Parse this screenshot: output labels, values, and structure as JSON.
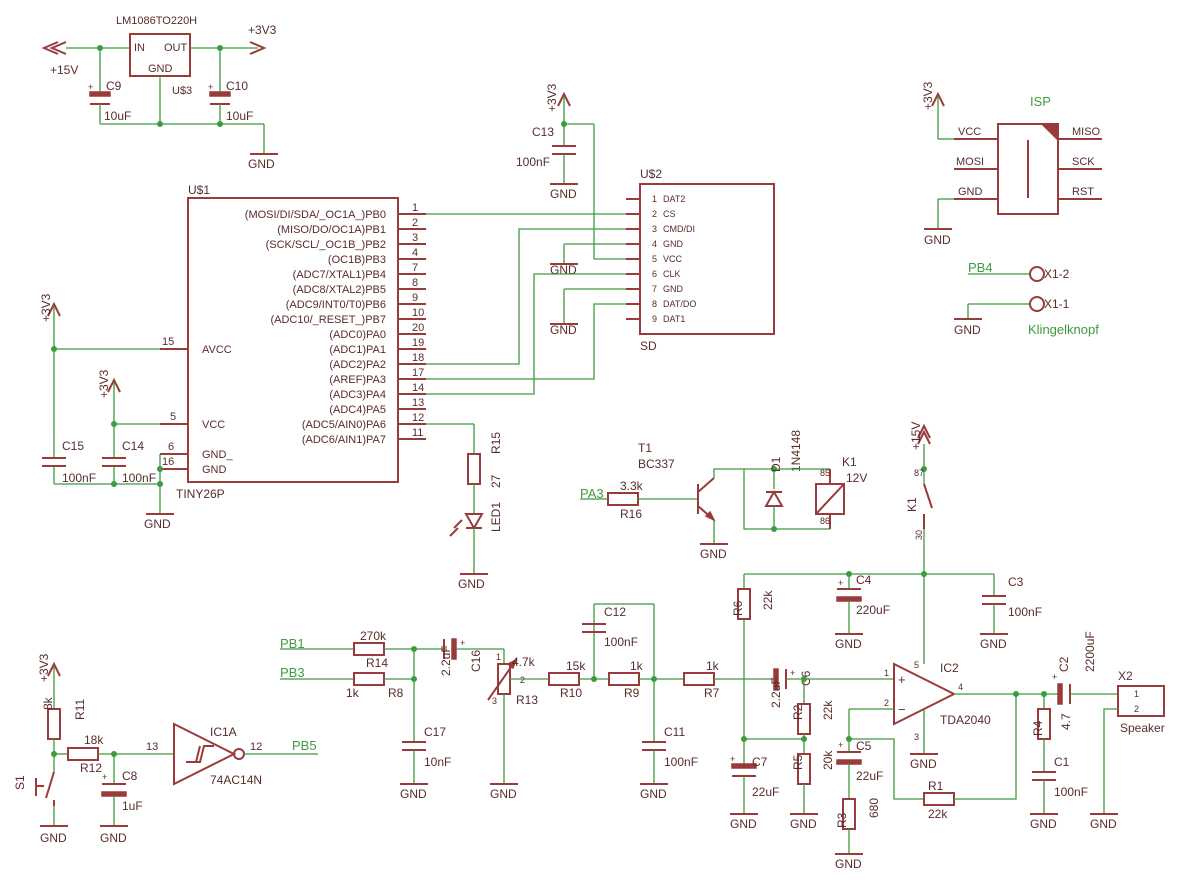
{
  "power": {
    "v33": "+3V3",
    "v15": "+15V",
    "gnd": "GND"
  },
  "regulator": {
    "name": "LM1086TO220H",
    "ref": "U$3",
    "pin_in": "IN",
    "pin_out": "OUT",
    "pin_gnd": "GND",
    "c9_ref": "C9",
    "c9_val": "10uF",
    "c10_ref": "C10",
    "c10_val": "10uF"
  },
  "mcu": {
    "ref": "U$1",
    "part": "TINY26P",
    "right_pins": [
      {
        "label": "(MOSI/DI/SDA/_OC1A_)PB0",
        "num": "1"
      },
      {
        "label": "(MISO/DO/OC1A)PB1",
        "num": "2"
      },
      {
        "label": "(SCK/SCL/_OC1B_)PB2",
        "num": "3"
      },
      {
        "label": "(OC1B)PB3",
        "num": "4"
      },
      {
        "label": "(ADC7/XTAL1)PB4",
        "num": "7"
      },
      {
        "label": "(ADC8/XTAL2)PB5",
        "num": "8"
      },
      {
        "label": "(ADC9/INT0/T0)PB6",
        "num": "9"
      },
      {
        "label": "(ADC10/_RESET_)PB7",
        "num": "10"
      },
      {
        "label": "(ADC0)PA0",
        "num": "20"
      },
      {
        "label": "(ADC1)PA1",
        "num": "19"
      },
      {
        "label": "(ADC2)PA2",
        "num": "18"
      },
      {
        "label": "(AREF)PA3",
        "num": "17"
      },
      {
        "label": "(ADC3)PA4",
        "num": "14"
      },
      {
        "label": "(ADC4)PA5",
        "num": "13"
      },
      {
        "label": "(ADC5/AIN0)PA6",
        "num": "12"
      },
      {
        "label": "(ADC6/AIN1)PA7",
        "num": "11"
      }
    ],
    "avcc": "AVCC",
    "avcc_num": "15",
    "vcc": "VCC",
    "vcc_num": "5",
    "gnd1": "GND_",
    "gnd1_num": "6",
    "gnd2": "GND",
    "gnd2_num": "16",
    "c15_ref": "C15",
    "c15_val": "100nF",
    "c14_ref": "C14",
    "c14_val": "100nF",
    "r15_ref": "R15",
    "r15_val": "27",
    "led_ref": "LED1"
  },
  "sd": {
    "ref": "U$2",
    "label": "SD",
    "pins": [
      {
        "num": "1",
        "name": "DAT2"
      },
      {
        "num": "2",
        "name": "CS"
      },
      {
        "num": "3",
        "name": "CMD/DI"
      },
      {
        "num": "4",
        "name": "GND"
      },
      {
        "num": "5",
        "name": "VCC"
      },
      {
        "num": "6",
        "name": "CLK"
      },
      {
        "num": "7",
        "name": "GND"
      },
      {
        "num": "8",
        "name": "DAT/DO"
      },
      {
        "num": "9",
        "name": "DAT1"
      }
    ],
    "c13_ref": "C13",
    "c13_val": "100nF"
  },
  "isp": {
    "title": "ISP",
    "vcc": "VCC",
    "miso": "MISO",
    "mosi": "MOSI",
    "sck": "SCK",
    "gnd": "GND",
    "rst": "RST"
  },
  "bell": {
    "pb4": "PB4",
    "x1_2": "X1-2",
    "x1_1": "X1-1",
    "label": "Klingelknopf"
  },
  "relay": {
    "t1_ref": "T1",
    "t1_part": "BC337",
    "pa3": "PA3",
    "r16_ref": "R16",
    "r16_val": "3.3k",
    "d1_ref": "D1",
    "d1_part": "1N4148",
    "k1_ref": "K1",
    "k1_val": "12V",
    "k1_p85": "85",
    "k1_p86": "86",
    "k1_p87": "87",
    "k1_p30": "30"
  },
  "audio": {
    "pb1": "PB1",
    "pb3": "PB3",
    "pb5": "PB5",
    "r14_ref": "R14",
    "r14_val": "270k",
    "r8_ref": "R8",
    "r8_val": "1k",
    "c16_ref": "C16",
    "c16_val": "2.2uF",
    "c17_ref": "C17",
    "c17_val": "10nF",
    "r13_ref": "R13",
    "r13_val": "4.7k",
    "r13_p1": "1",
    "r13_p2": "2",
    "r13_p3": "3",
    "r10_ref": "R10",
    "r10_val": "15k",
    "r9_ref": "R9",
    "r9_val": "1k",
    "r7_ref": "R7",
    "r7_val": "1k",
    "c12_ref": "C12",
    "c12_val": "100nF",
    "c11_ref": "C11",
    "c11_val": "100nF",
    "r6_ref": "R6",
    "r6_val": "22k",
    "c4_ref": "C4",
    "c4_val": "220uF",
    "c3_ref": "C3",
    "c3_val": "100nF",
    "c6_ref": "C6",
    "c6_val": "2.2uF",
    "r2_ref": "R2",
    "r2_val": "22k",
    "r5_ref": "R5",
    "r5_val": "20k",
    "c7_ref": "C7",
    "c7_val": "22uF",
    "c5_ref": "C5",
    "c5_val": "22uF",
    "r3_ref": "R3",
    "r3_val": "680",
    "r1_ref": "R1",
    "r1_val": "22k",
    "ic2_ref": "IC2",
    "ic2_part": "TDA2040",
    "ic2_p1": "1",
    "ic2_p2": "2",
    "ic2_p3": "3",
    "ic2_p4": "4",
    "ic2_p5": "5",
    "c2_ref": "C2",
    "c2_val": "2200uF",
    "r4_ref": "R4",
    "r4_val": "4.7",
    "c1_ref": "C1",
    "c1_val": "100nF",
    "x2_ref": "X2",
    "x2_label": "Speaker",
    "x2_p1": "1",
    "x2_p2": "2"
  },
  "button": {
    "r11_ref": "R11",
    "r11_val": "8k",
    "r12_ref": "R12",
    "r12_val": "18k",
    "c8_ref": "C8",
    "c8_val": "1uF",
    "s1_ref": "S1",
    "ic1_ref": "IC1A",
    "ic1_part": "74AC14N",
    "ic1_in": "13",
    "ic1_out": "12"
  }
}
